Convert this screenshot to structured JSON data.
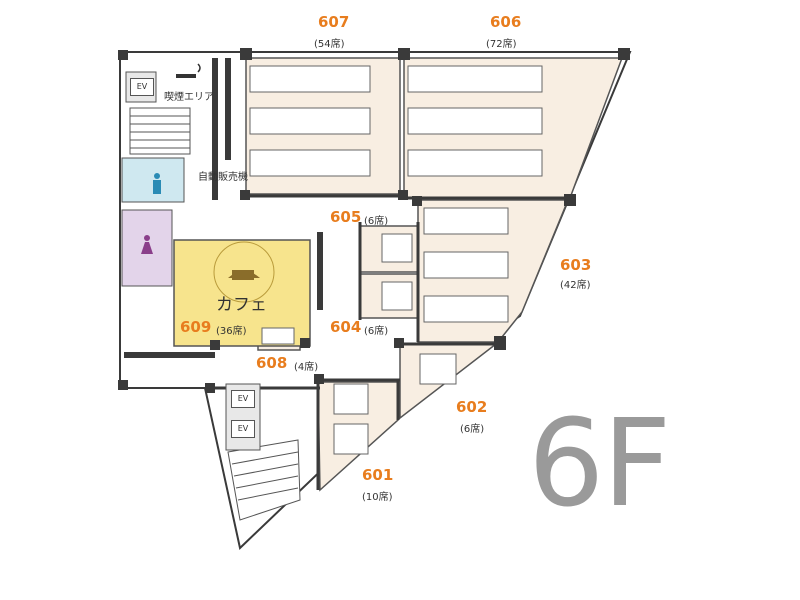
{
  "floor": {
    "label": "6F"
  },
  "rooms": [
    {
      "id": "607",
      "number": "607",
      "seats": "(54席)"
    },
    {
      "id": "606",
      "number": "606",
      "seats": "(72席)"
    },
    {
      "id": "605",
      "number": "605",
      "seats": "(6席)"
    },
    {
      "id": "604",
      "number": "604",
      "seats": "(6席)"
    },
    {
      "id": "603",
      "number": "603",
      "seats": "(42席)"
    },
    {
      "id": "602",
      "number": "602",
      "seats": "(6席)"
    },
    {
      "id": "601",
      "number": "601",
      "seats": "(10席)"
    },
    {
      "id": "608",
      "number": "608",
      "seats": "(4席)"
    },
    {
      "id": "609",
      "number": "609",
      "seats": "(36席)"
    }
  ],
  "facilities": {
    "smoking_area": "喫煙エリア",
    "vending_machine": "自動販売機",
    "cafe_name": "カフェ",
    "elevator_label": "EV"
  },
  "icons": {
    "smoking": "no-smoking-icon",
    "restroom_men": "restroom-men-icon",
    "restroom_women": "restroom-women-icon",
    "cafe_logo": "cafe-logo-icon"
  },
  "colors": {
    "room_fill": "#f8eee2",
    "cafe_fill": "#f7e48d",
    "men_restroom": "#cfe8f0",
    "women_restroom": "#e3d4ea",
    "wall": "#3a3a3a",
    "accent": "#e87d1e"
  }
}
